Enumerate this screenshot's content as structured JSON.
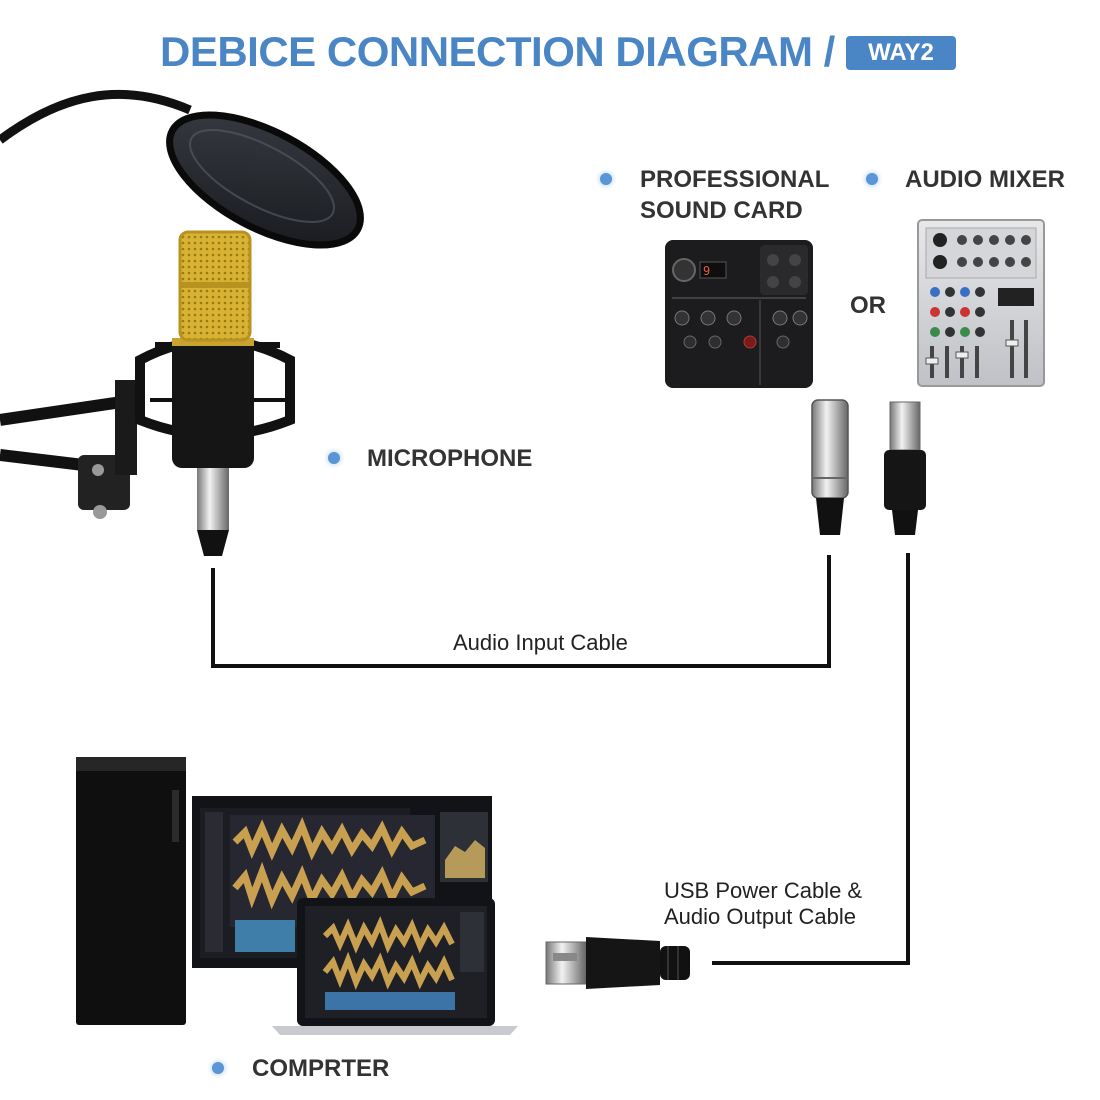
{
  "title": "DEBICE CONNECTION DIAGRAM /",
  "badge": "WAY2",
  "labels": {
    "sound_card_line1": "PROFESSIONAL",
    "sound_card_line2": "SOUND CARD",
    "audio_mixer": "AUDIO MIXER",
    "or": "OR",
    "microphone": "MICROPHONE",
    "computer": "COMPRTER"
  },
  "cables": {
    "audio_input": "Audio Input Cable",
    "usb_line1": "USB Power Cable &",
    "usb_line2": "Audio Output Cable"
  },
  "colors": {
    "accent": "#4a86c5",
    "cable": "#111111",
    "mic_gold": "#d8b233",
    "waveform": "#c8a050"
  }
}
